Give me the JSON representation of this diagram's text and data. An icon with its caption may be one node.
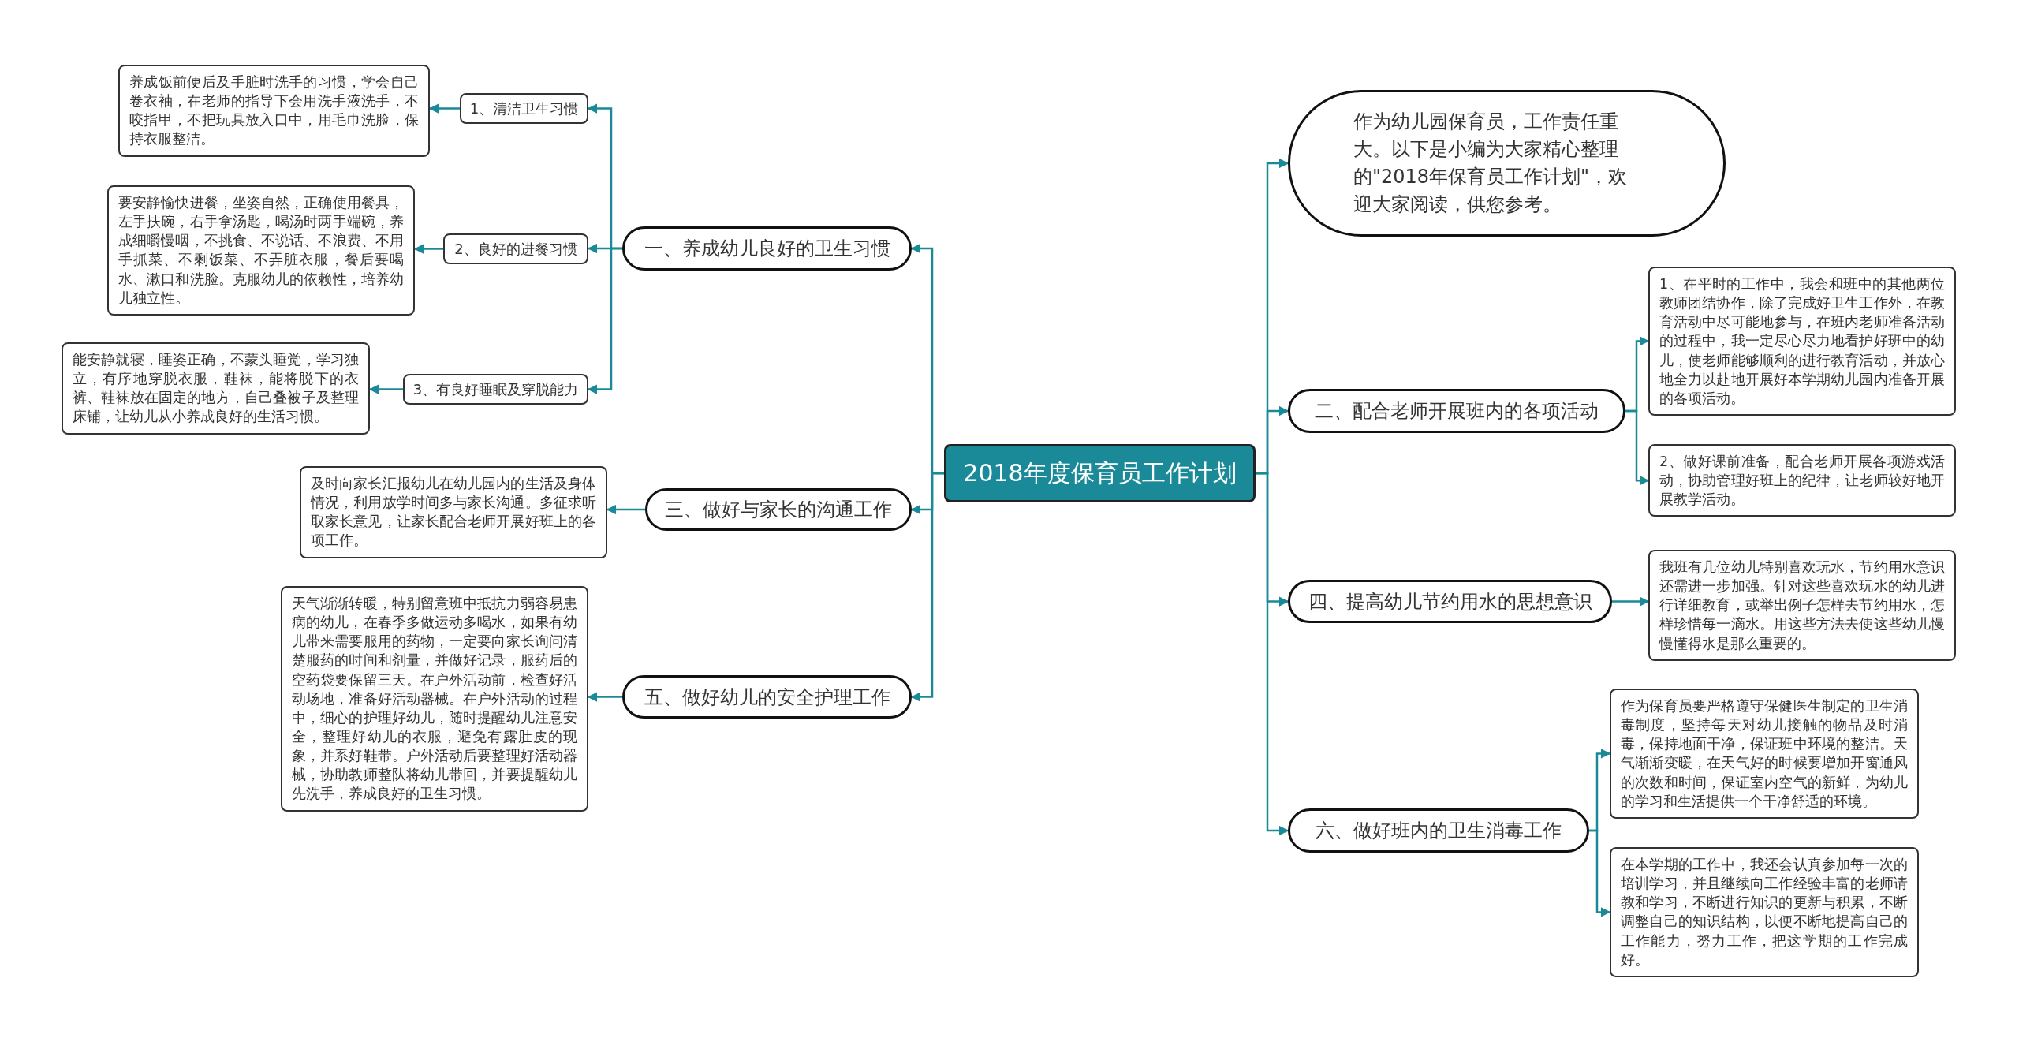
{
  "diagram": {
    "nodes": [
      {
        "text": [
          "2018年度保育员工作计划"
        ]
      },
      {
        "text": [
          "一、养成幼儿良好的卫生习惯"
        ]
      },
      {
        "text": [
          "1、清洁卫生习惯"
        ]
      },
      {
        "text": [
          "养成饭前便后及手脏时洗手的习惯，学会自己卷衣袖，在老师的指导下会用洗手液洗手，不咬指甲，不把玩具放入口中，用毛巾洗脸，保持衣服整洁。"
        ]
      },
      {
        "text": [
          "2、良好的进餐习惯"
        ]
      },
      {
        "text": [
          "要安静愉快进餐，坐姿自然，正确使用餐具，左手扶碗，右手拿汤匙，喝汤时两手端碗，养成细嚼慢咽，不挑食、不说话、不浪费、不用手抓菜、不剩饭菜、不弄脏衣服，餐后要喝水、漱口和洗脸。克服幼儿的依赖性，培养幼儿独立性。"
        ]
      },
      {
        "text": [
          "3、有良好睡眠及穿脱能力"
        ]
      },
      {
        "text": [
          "能安静就寝，睡姿正确，不蒙头睡觉，学习独立，有序地穿脱衣服，鞋袜，能将脱下的衣裤、鞋袜放在固定的地方，自己叠被子及整理床铺，让幼儿从小养成良好的生活习惯。"
        ]
      },
      {
        "text": [
          "三、做好与家长的沟通工作"
        ]
      },
      {
        "text": [
          "及时向家长汇报幼儿在幼儿园内的生活及身体情况，利用放学时间多与家长沟通。多征求听取家长意见，让家长配合老师开展好班上的各项工作。"
        ]
      },
      {
        "text": [
          "五、做好幼儿的安全护理工作"
        ]
      },
      {
        "text": [
          "天气渐渐转暖，特别留意班中抵抗力弱容易患病的幼儿，在春季多做运动多喝水，如果有幼儿带来需要服用的药物，一定要向家长询问清楚服药的时间和剂量，并做好记录，服药后的空药袋要保留三天。在户外活动前，检查好活动场地，准备好活动器械。在户外活动的过程中，细心的护理好幼儿，随时提醒幼儿注意安全，整理好幼儿的衣服，避免有露肚皮的现象，并系好鞋带。户外活动后要整理好活动器械，协助教师整队将幼儿带回，并要提醒幼儿先洗手，养成良好的卫生习惯。"
        ]
      },
      {
        "text": [
          "作为幼儿园保育员，工作责任重大。以下是小编为大家精心整理的\"2018年保育员工作计划\"，欢迎大家阅读，供您参考。"
        ]
      },
      {
        "text": [
          "二、配合老师开展班内的各项活动"
        ]
      },
      {
        "text": [
          "1、在平时的工作中，我会和班中的其他两位教师团结协作，除了完成好卫生工作外，在教育活动中尽可能地参与，在班内老师准备活动的过程中，我一定尽心尽力地看护好班中的幼儿，使老师能够顺利的进行教育活动，并放心地全力以赴地开展好本学期幼儿园内准备开展的各项活动。"
        ]
      },
      {
        "text": [
          "2、做好课前准备，配合老师开展各项游戏活动，协助管理好班上的纪律，让老师较好地开展教学活动。"
        ]
      },
      {
        "text": [
          "四、提高幼儿节约用水的思想意识"
        ]
      },
      {
        "text": [
          "我班有几位幼儿特别喜欢玩水，节约用水意识还需进一步加强。针对这些喜欢玩水的幼儿进行详细教育，或举出例子怎样去节约用水，怎样珍惜每一滴水。用这些方法去使这些幼儿慢慢懂得水是那么重要的。"
        ]
      },
      {
        "text": [
          "六、做好班内的卫生消毒工作"
        ]
      },
      {
        "text": [
          "作为保育员要严格遵守保健医生制定的卫生消毒制度，坚持每天对幼儿接触的物品及时消毒，保持地面干净，保证班中环境的整洁。天气渐渐变暖，在天气好的时候要增加开窗通风的次数和时间，保证室内空气的新鲜，为幼儿的学习和生活提供一个干净舒适的环境。"
        ]
      },
      {
        "text": [
          "在本学期的工作中，我还会认真参加每一次的培训学习，并且继续向工作经验丰富的老师请教和学习，不断进行知识的更新与积累，不断调整自己的知识结构，以便不断地提高自己的工作能力，努力工作，把这学期的工作完成好。"
        ]
      }
    ],
    "edges": [
      {
        "from": 0,
        "to": 1,
        "arrow": "to"
      },
      {
        "from": 1,
        "to": 2,
        "arrow": "to"
      },
      {
        "from": 2,
        "to": 3,
        "arrow": "to"
      },
      {
        "from": 1,
        "to": 4,
        "arrow": "to"
      },
      {
        "from": 4,
        "to": 5,
        "arrow": "to"
      },
      {
        "from": 1,
        "to": 6,
        "arrow": "to"
      },
      {
        "from": 6,
        "to": 7,
        "arrow": "to"
      },
      {
        "from": 0,
        "to": 8,
        "arrow": "to"
      },
      {
        "from": 8,
        "to": 9,
        "arrow": "to"
      },
      {
        "from": 0,
        "to": 10,
        "arrow": "to"
      },
      {
        "from": 10,
        "to": 11,
        "arrow": "to"
      },
      {
        "from": 0,
        "to": 12,
        "arrow": "to"
      },
      {
        "from": 0,
        "to": 13,
        "arrow": "to"
      },
      {
        "from": 13,
        "to": 14,
        "arrow": "to"
      },
      {
        "from": 13,
        "to": 15,
        "arrow": "to"
      },
      {
        "from": 0,
        "to": 16,
        "arrow": "to"
      },
      {
        "from": 16,
        "to": 17,
        "arrow": "to"
      },
      {
        "from": 0,
        "to": 18,
        "arrow": "to"
      },
      {
        "from": 18,
        "to": 19,
        "arrow": "to"
      },
      {
        "from": 18,
        "to": 20,
        "arrow": "to"
      }
    ]
  }
}
